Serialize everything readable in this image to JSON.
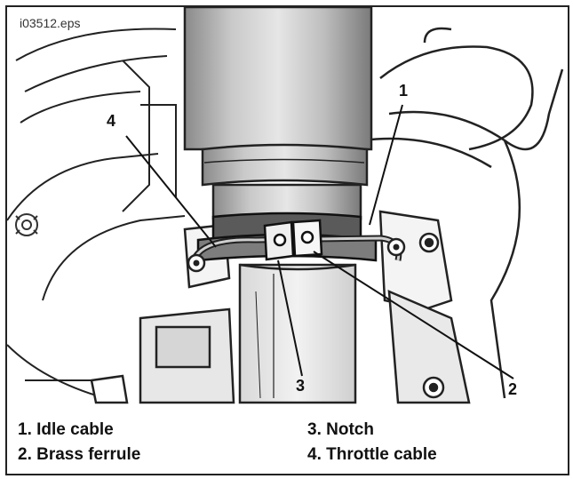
{
  "figure": {
    "file_label": "i03512.eps",
    "callouts": [
      "1",
      "2",
      "3",
      "4"
    ]
  },
  "legend": {
    "items": [
      {
        "text": "1. Idle cable"
      },
      {
        "text": "2. Brass ferrule"
      },
      {
        "text": "3. Notch"
      },
      {
        "text": "4. Throttle cable"
      }
    ]
  }
}
